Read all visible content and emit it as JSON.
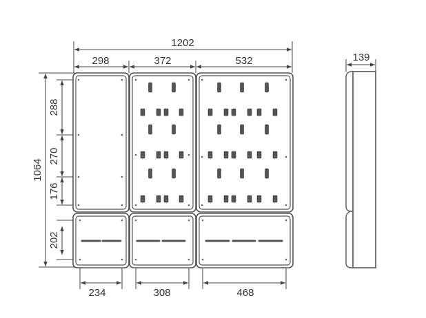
{
  "drawing": {
    "overall_width": "1202",
    "section_widths": [
      "298",
      "372",
      "532"
    ],
    "overall_height": "1064",
    "vertical_spacings": [
      "288",
      "270",
      "176",
      "202"
    ],
    "bottom_hole_spacings": [
      "234",
      "308",
      "468"
    ],
    "depth": "139"
  }
}
